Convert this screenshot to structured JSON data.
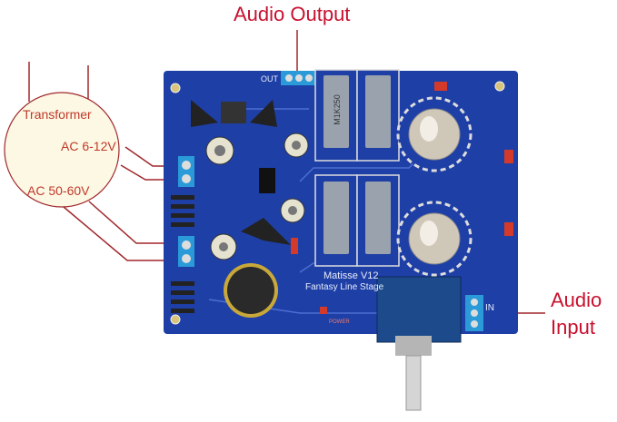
{
  "labels": {
    "audio_output": "Audio Output",
    "audio_input_line1": "Audio",
    "audio_input_line2": "Input",
    "transformer": "Transformer",
    "ac_low": "AC 6-12V",
    "ac_high": "AC 50-60V"
  },
  "board": {
    "out_label": "OUT",
    "in_label": "IN",
    "model": "Matisse V12",
    "subtitle": "Fantasy Line Stage",
    "power_label": "POWER",
    "resistor_marking": "M1K250"
  },
  "colors": {
    "annotation_red": "#c8102e",
    "pcb_blue": "#1e3fa6",
    "transformer_fill": "#fdf8e4"
  }
}
